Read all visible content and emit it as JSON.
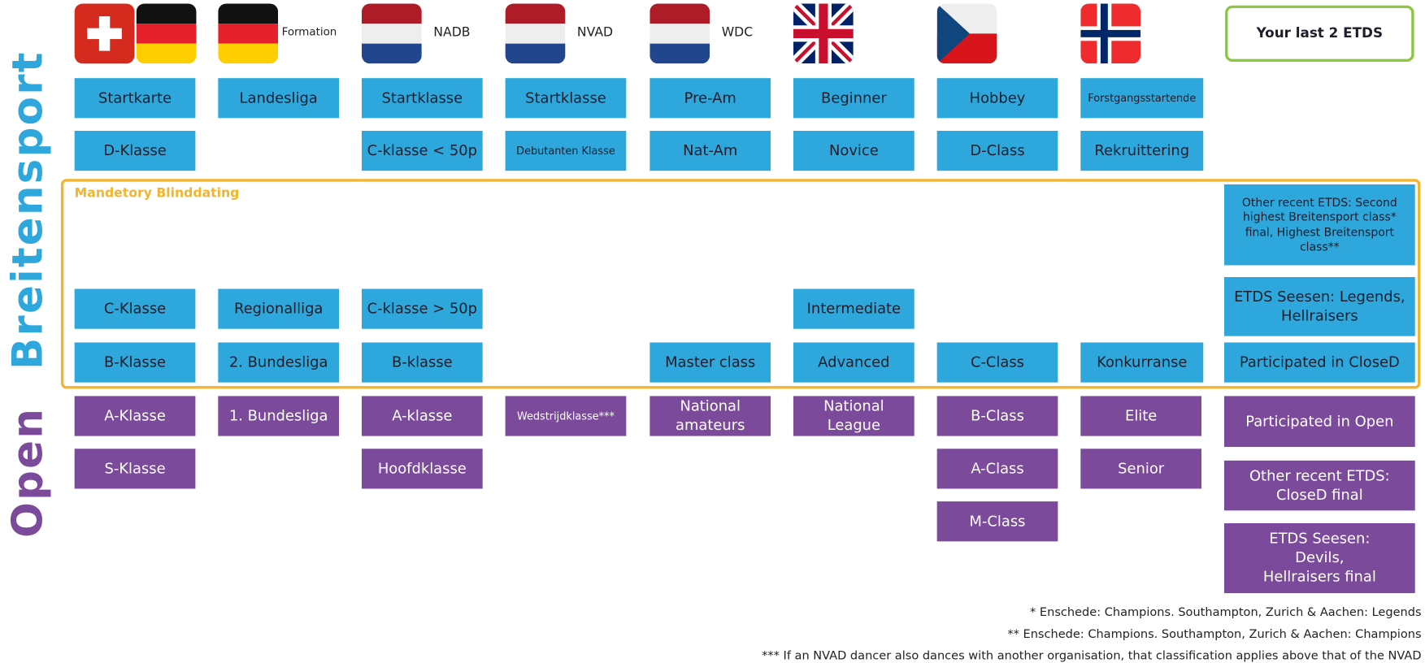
{
  "colors": {
    "breitensport": "#2ea8dc",
    "open": "#7b4a9a",
    "blinddating": "#f2b52b",
    "etds": "#8dc63f"
  },
  "side_labels": {
    "breitensport": "Breitensport",
    "open": "Open"
  },
  "columns": [
    {
      "flag": "swiss-german-flag",
      "label": "",
      "breiten": [
        "Startkarte",
        "D-Klasse",
        "C-Klasse",
        "B-Klasse"
      ],
      "open": [
        "A-Klasse",
        "S-Klasse"
      ]
    },
    {
      "flag": "german-flag",
      "label": "Formation",
      "breiten": [
        "Landesliga",
        "",
        "Regionalliga",
        "2. Bundesliga"
      ],
      "open": [
        "1. Bundesliga"
      ]
    },
    {
      "flag": "dutch-flag",
      "label": "NADB",
      "breiten": [
        "Startklasse",
        "C-klasse < 50p",
        "C-klasse > 50p",
        "B-klasse"
      ],
      "open": [
        "A-klasse",
        "Hoofdklasse"
      ]
    },
    {
      "flag": "dutch-flag",
      "label": "NVAD",
      "breiten": [
        "Startklasse",
        "Debutanten Klasse",
        "",
        ""
      ],
      "open": [
        "Wedstrijdklasse***"
      ]
    },
    {
      "flag": "dutch-flag",
      "label": "WDC",
      "breiten": [
        "Pre-Am",
        "Nat-Am",
        "",
        "Master class"
      ],
      "open": [
        "National amateurs"
      ]
    },
    {
      "flag": "uk-flag",
      "label": "",
      "breiten": [
        "Beginner",
        "Novice",
        "Intermediate",
        "Advanced"
      ],
      "open": [
        "National League"
      ]
    },
    {
      "flag": "czech-flag",
      "label": "",
      "breiten": [
        "Hobbey",
        "D-Class",
        "",
        "C-Class"
      ],
      "open": [
        "B-Class",
        "A-Class",
        "M-Class"
      ]
    },
    {
      "flag": "norway-flag",
      "label": "",
      "breiten": [
        "Forstgangsstartende",
        "Rekruittering",
        "",
        "Konkurranse"
      ],
      "open": [
        "Elite",
        "Senior"
      ]
    }
  ],
  "blinddating_label": "Mandetory Blinddating",
  "etds": {
    "title": "Your last 2 ETDS",
    "other_recent_breiten": "Other recent ETDS: Second highest Breitensport class* final, Highest Breitensport class**",
    "seesen_legends": "ETDS Seesen: Legends, Hellraisers",
    "closed": "Participated in CloseD",
    "open": "Participated in Open",
    "other_recent_closed": "Other recent ETDS: CloseD final",
    "seesen_devils": "ETDS Seesen: Devils, Hellraisers final"
  },
  "footnotes": [
    "* Enschede: Champions. Southampton, Zurich & Aachen: Legends",
    "** Enschede: Champions. Southampton, Zurich & Aachen: Champions",
    "*** If an NVAD dancer also dances with another organisation, that classification applies above that of the NVAD"
  ]
}
